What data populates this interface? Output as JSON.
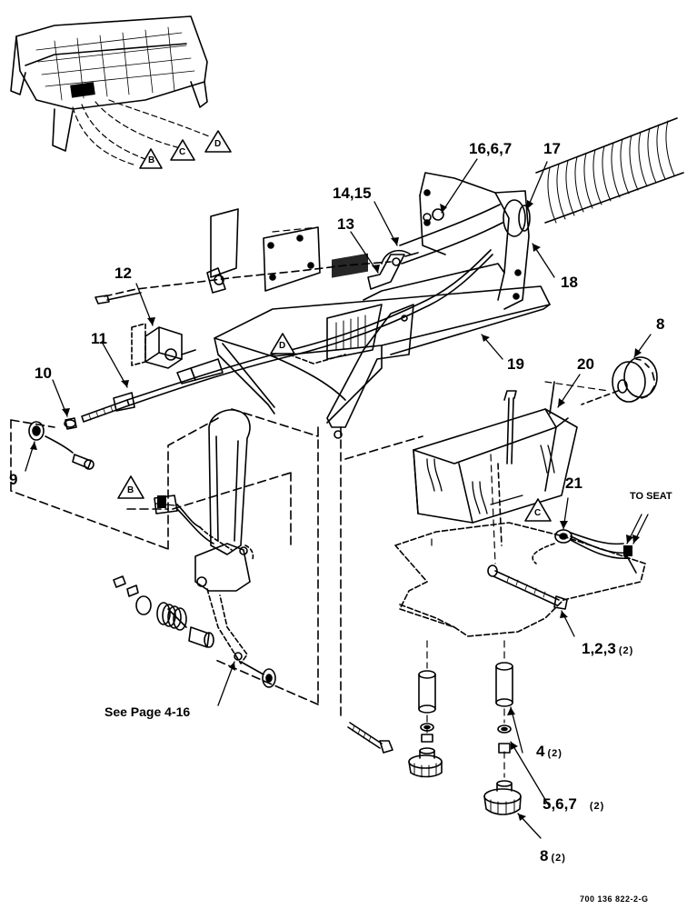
{
  "callouts": {
    "c1": "16,6,7",
    "c2": "17",
    "c3": "14,15",
    "c4": "13",
    "c5": "18",
    "c6": "12",
    "c7": "8",
    "c8": "11",
    "c9": "10",
    "c10": "19",
    "c11": "20",
    "c12": "9",
    "c13": "21",
    "c14": "1,2,3",
    "c15": "4",
    "c16": "5,6,7",
    "c17": "8"
  },
  "quantities": {
    "q14": "(2)",
    "q15": "(2)",
    "q16": "(2)",
    "q17": "(2)"
  },
  "reference_markers": {
    "top_b": "B",
    "top_c": "C",
    "top_d": "D",
    "mid_d": "D",
    "left_b": "B",
    "right_c": "C"
  },
  "labels": {
    "to_seat": "TO SEAT",
    "see_page": "See Page 4-16",
    "doc_id": "700 136 822-2-G"
  }
}
